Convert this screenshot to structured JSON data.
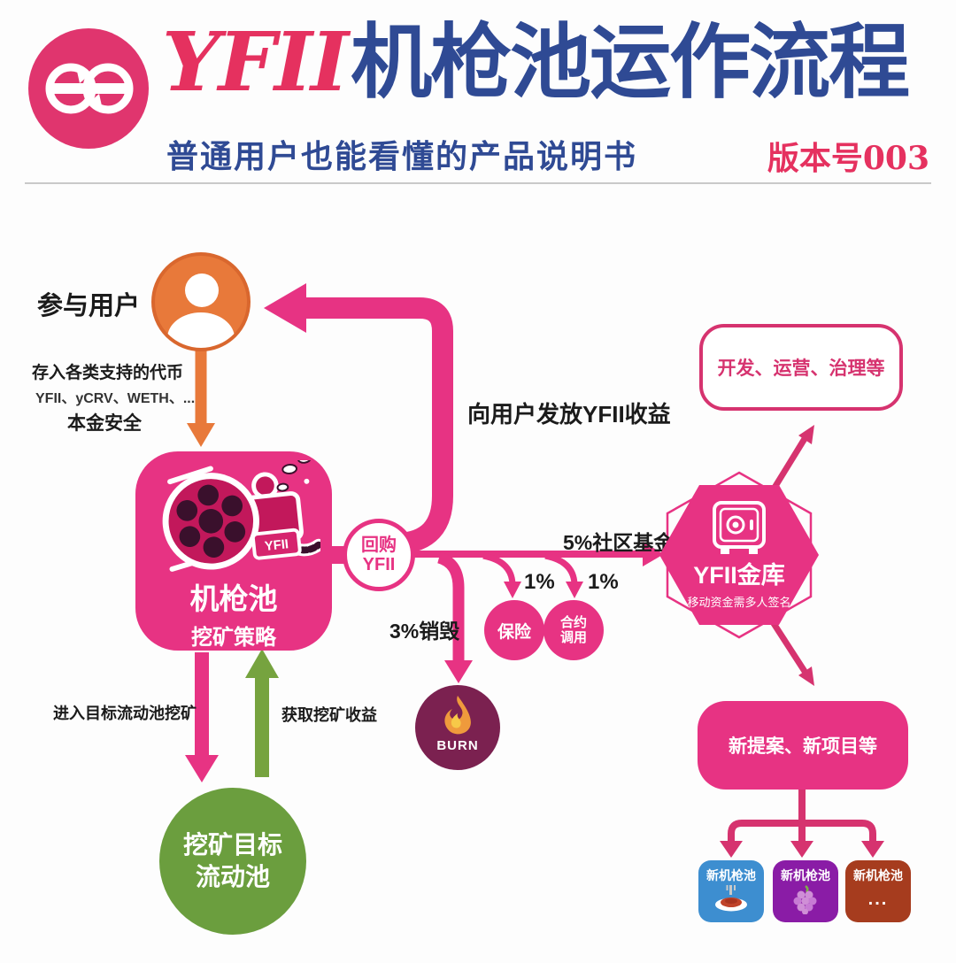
{
  "header": {
    "logo_icon": "swap-loop-icon",
    "title_accent": "YFII",
    "title_main": "机枪池运作流程",
    "subtitle": "普通用户也能看懂的产品说明书",
    "version": "版本号003"
  },
  "palette": {
    "pink": "#e73383",
    "navy": "#2f4a94",
    "orange": "#e8793a",
    "green": "#6b9e3e",
    "burn_bg": "#7b2150",
    "pool_blue": "#3d8ed0",
    "pool_purple": "#8a1ca6",
    "pool_brown": "#a63c1e"
  },
  "flow": {
    "user_label": "参与用户",
    "deposit_line1": "存入各类支持的代币",
    "deposit_line2": "YFII、yCRV、WETH、...",
    "deposit_line3": "本金安全",
    "gun_pool": {
      "name": "机枪池",
      "strategy": "挖矿策略",
      "gun_tag": "YFII"
    },
    "buyback": {
      "line1": "回购",
      "line2": "YFII"
    },
    "payout_label": "向用户发放YFII收益",
    "burn_label": "3%销毁",
    "insurance_pct": "1%",
    "contract_pct": "1%",
    "community_label": "5%社区基金",
    "insurance": "保险",
    "contract": {
      "line1": "合约",
      "line2": "调用"
    },
    "burn": "BURN",
    "enter_label": "进入目标流动池挖矿",
    "harvest_label": "获取挖矿收益",
    "target_pool": {
      "line1": "挖矿目标",
      "line2": "流动池"
    },
    "vault": {
      "name": "YFII金库",
      "note": "移动资金需多人签名"
    },
    "dev_box": "开发、运营、治理等",
    "proposal_box": "新提案、新项目等",
    "new_pools": [
      {
        "label": "新机枪池",
        "icon": "spaghetti-icon"
      },
      {
        "label": "新机枪池",
        "icon": "grapes-icon"
      },
      {
        "label": "新机枪池",
        "icon": "ellipsis",
        "more": "..."
      }
    ]
  }
}
